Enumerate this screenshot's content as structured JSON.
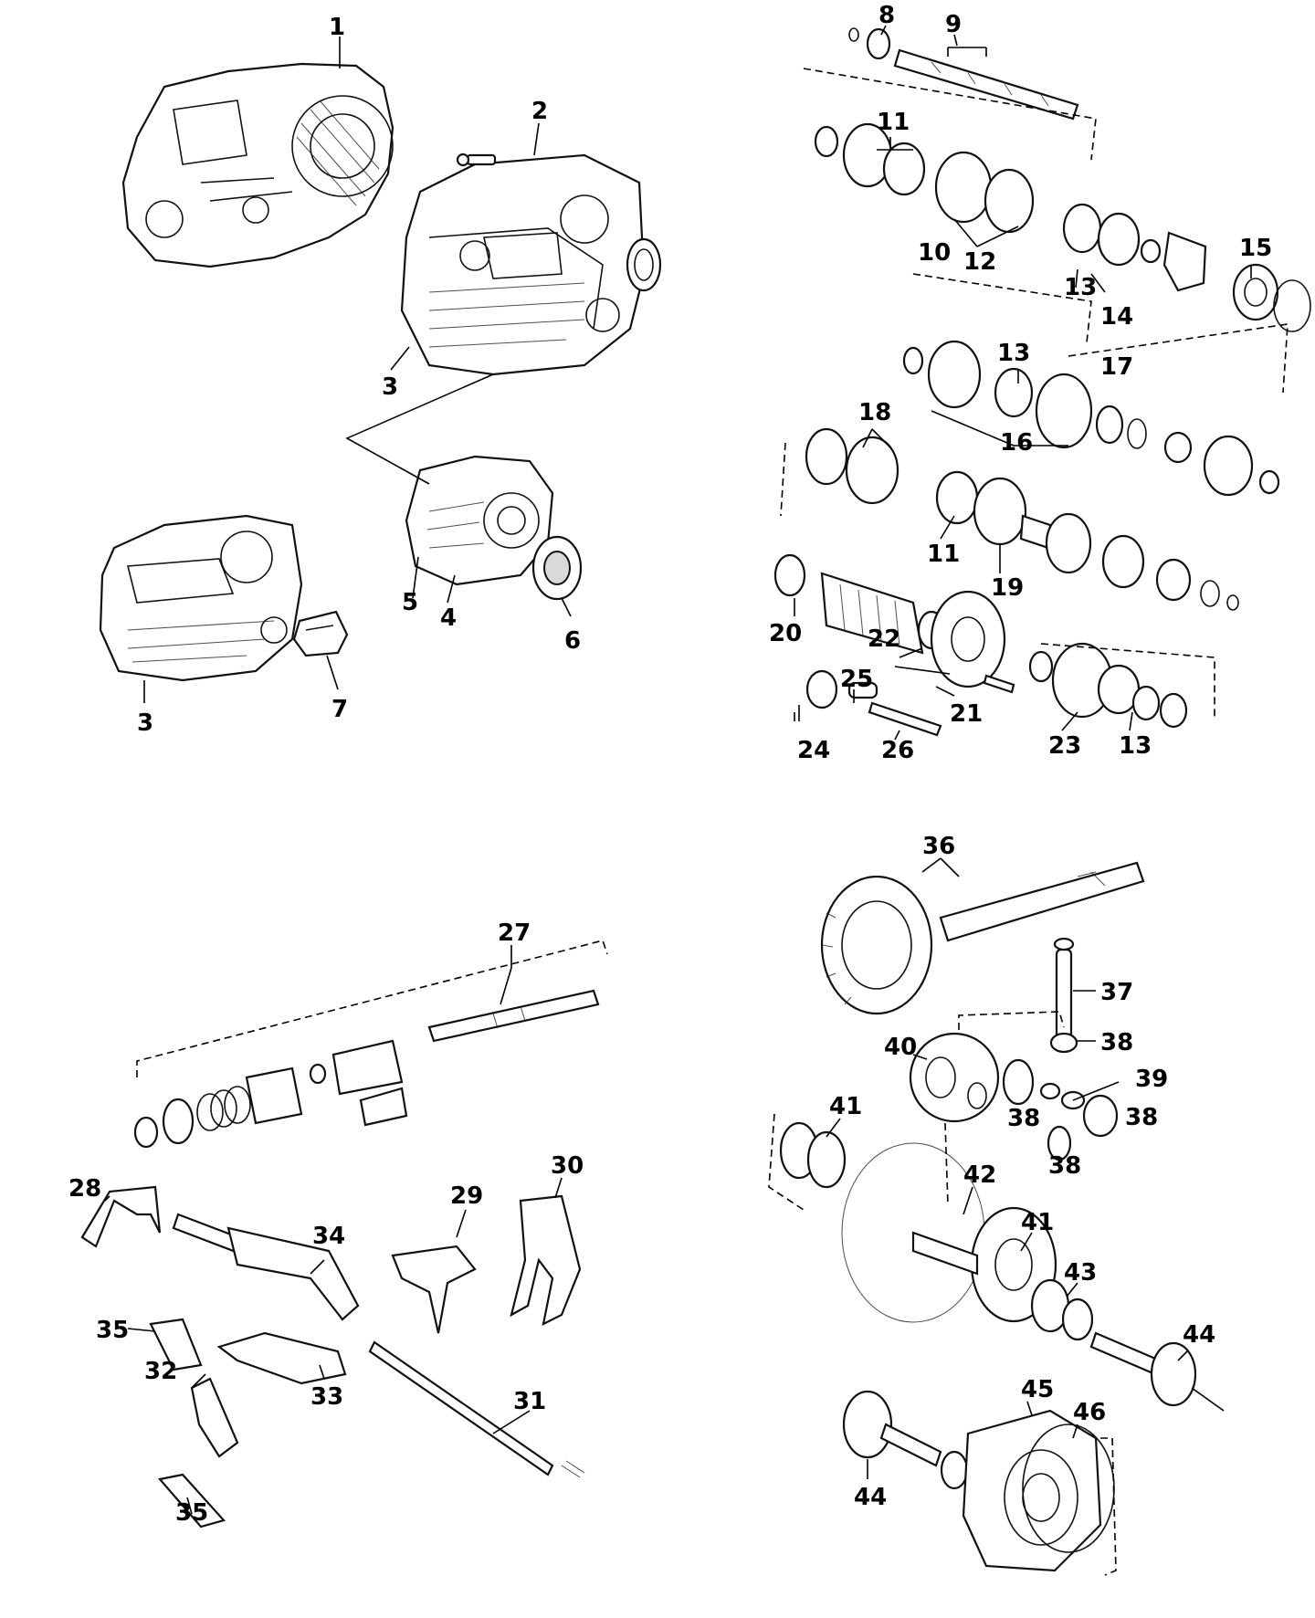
{
  "labels": [
    "1",
    "2",
    "3",
    "4",
    "5",
    "6",
    "7",
    "8",
    "9",
    "10",
    "11",
    "12",
    "13",
    "14",
    "15",
    "16",
    "17",
    "18",
    "19",
    "20",
    "21",
    "22",
    "23",
    "24",
    "25",
    "26",
    "27",
    "28",
    "29",
    "30",
    "31",
    "32",
    "33",
    "34",
    "35",
    "36",
    "37",
    "38",
    "39",
    "40",
    "41",
    "42",
    "43",
    "44",
    "45",
    "46"
  ]
}
